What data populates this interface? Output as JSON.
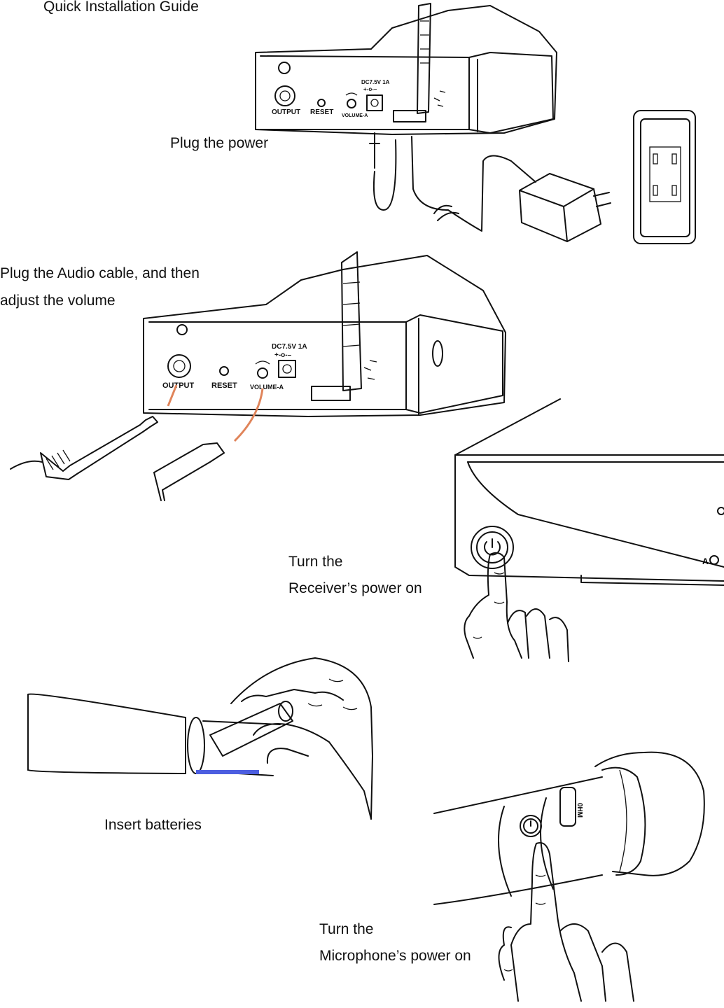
{
  "title": "Quick Installation Guide",
  "steps": [
    {
      "label": "Plug the power"
    },
    {
      "label_line1": "Plug the Audio cable, and then",
      "label_line2": "adjust the volume"
    },
    {
      "label_line1": "Turn the",
      "label_line2": "Receiver’s power on"
    },
    {
      "label": "Insert batteries"
    },
    {
      "label_line1": "Turn the",
      "label_line2": "Microphone’s power on"
    }
  ],
  "receiver_panel": {
    "output": "OUTPUT",
    "reset": "RESET",
    "volume": "VOLUME-A",
    "dc_rating": "DC7.5V  1A",
    "polarity": "+-o-–"
  },
  "front_indicator": "A",
  "mic_model": "0HM"
}
